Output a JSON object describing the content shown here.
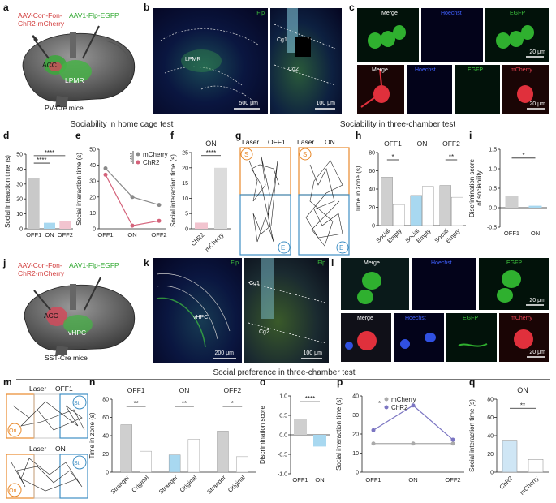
{
  "panel_letters": {
    "a": "a",
    "b": "b",
    "c": "c",
    "d": "d",
    "e": "e",
    "f": "f",
    "g": "g",
    "h": "h",
    "i": "i",
    "j": "j",
    "k": "k",
    "l": "l",
    "m": "m",
    "n": "n",
    "o": "o",
    "p": "p",
    "q": "q"
  },
  "headers": {
    "home_cage": "Sociability in home cage test",
    "three_chamber": "Sociability in three-chamber test",
    "social_pref": "Social preference in three-chamber test"
  },
  "panel_a": {
    "virus1": "AAV-Con-Fon-\nChR2-mCherry",
    "virus2": "AAV1-Flp-EGFP",
    "region1": "ACC",
    "region2": "LPMR",
    "mice": "PV-Cre mice"
  },
  "panel_j": {
    "virus1": "AAV-Con-Fon-\nChR2-mCherry",
    "virus2": "AAV1-Flp-EGFP",
    "region1": "ACC",
    "region2": "vHPC",
    "mice": "SST-Cre mice"
  },
  "panel_b": {
    "flp": "Flp",
    "region": "LPMR",
    "scale1": "500 μm",
    "cg1": "Cg1",
    "cg2": "Cg2",
    "scale2": "100 μm"
  },
  "panel_k": {
    "flp": "Flp",
    "region": "vHPC",
    "scale1": "200 μm",
    "flp2": "Flp",
    "cg1": "Cg1",
    "cg2": "Cg2",
    "scale2": "100 μm"
  },
  "panel_c": {
    "merge": "Merge",
    "hoechst": "Hoechst",
    "egfp": "EGFP",
    "mcherry": "mCherry",
    "scale": "20 μm"
  },
  "panel_l": {
    "merge": "Merge",
    "hoechst": "Hoechst",
    "egfp": "EGFP",
    "mcherry": "mCherry",
    "scale": "20 μm"
  },
  "panel_g": {
    "laser": "Laser",
    "off1": "OFF1",
    "on": "ON",
    "s": "S",
    "e": "E"
  },
  "panel_m": {
    "laser": "Laser",
    "off1": "OFF1",
    "on": "ON",
    "str": "Str",
    "ori": "Ori"
  },
  "colors": {
    "orange": "#e8892b",
    "blue": "#3f8fc4",
    "pink": "#d4627a",
    "grey": "#8a8a8a",
    "lightblue": "#a8d8f0"
  },
  "chart_data": [
    {
      "panel": "d",
      "type": "bar",
      "categories": [
        "OFF1",
        "ON",
        "OFF2"
      ],
      "values": [
        34,
        4,
        5
      ],
      "ylabel": "Social interaction time (s)",
      "ylim": [
        0,
        50
      ],
      "yticks": [
        0,
        10,
        20,
        30,
        40,
        50
      ],
      "sig": [
        "****",
        "****"
      ]
    },
    {
      "panel": "e",
      "type": "line",
      "x": [
        "OFF1",
        "ON",
        "OFF2"
      ],
      "ylabel": "Social interaction time (s)",
      "ylim": [
        0,
        50
      ],
      "yticks": [
        0,
        10,
        20,
        30,
        40,
        50
      ],
      "series": [
        {
          "name": "mCherry",
          "values": [
            38,
            20,
            15
          ]
        },
        {
          "name": "ChR2",
          "values": [
            34,
            2,
            5
          ]
        }
      ],
      "sig": "****"
    },
    {
      "panel": "f",
      "type": "bar",
      "title": "ON",
      "categories": [
        "ChR2",
        "mCherry"
      ],
      "values": [
        2,
        20
      ],
      "ylabel": "Social interaction time (s)",
      "ylim": [
        0,
        25
      ],
      "yticks": [
        0,
        5,
        10,
        15,
        20,
        25
      ],
      "sig": "****"
    },
    {
      "panel": "h",
      "type": "bar",
      "groups": [
        "OFF1",
        "ON",
        "OFF2"
      ],
      "categories": [
        "Social",
        "Empty",
        "Social",
        "Empty",
        "Social",
        "Empty"
      ],
      "values": [
        53,
        23,
        33,
        43,
        44,
        31
      ],
      "ylabel": "Time in zone (s)",
      "ylim": [
        0,
        80
      ],
      "yticks": [
        0,
        20,
        40,
        60,
        80
      ],
      "sig": [
        "*",
        "",
        "**"
      ]
    },
    {
      "panel": "i",
      "type": "bar",
      "categories": [
        "OFF1",
        "ON"
      ],
      "values": [
        0.3,
        0.05
      ],
      "ylabel": "Discrimination score\nof sociability",
      "ylim": [
        -0.5,
        1.5
      ],
      "yticks": [
        "-0.5",
        "0.0",
        "0.5",
        "1.0",
        "1.5"
      ],
      "sig": "*"
    },
    {
      "panel": "n",
      "type": "bar",
      "groups": [
        "OFF1",
        "ON",
        "OFF2"
      ],
      "categories": [
        "Stranger",
        "Original",
        "Stranger",
        "Original",
        "Stranger",
        "Original"
      ],
      "values": [
        52,
        23,
        19,
        36,
        45,
        17
      ],
      "ylabel": "Time in zone (s)",
      "ylim": [
        0,
        80
      ],
      "yticks": [
        0,
        20,
        40,
        60,
        80
      ],
      "sig": [
        "**",
        "**",
        "*"
      ]
    },
    {
      "panel": "o",
      "type": "bar",
      "categories": [
        "OFF1",
        "ON"
      ],
      "values": [
        0.4,
        -0.3
      ],
      "ylabel": "Discrimination score",
      "ylim": [
        -1.0,
        1.0
      ],
      "yticks": [
        "-1.0",
        "-0.5",
        "0.0",
        "0.5",
        "1.0"
      ],
      "sig": "****"
    },
    {
      "panel": "p",
      "type": "line",
      "x": [
        "OFF1",
        "ON",
        "OFF2"
      ],
      "ylabel": "Social interaction time (s)",
      "ylim": [
        0,
        40
      ],
      "yticks": [
        0,
        10,
        20,
        30,
        40
      ],
      "series": [
        {
          "name": "mCherry",
          "values": [
            15,
            15,
            15
          ]
        },
        {
          "name": "ChR2",
          "values": [
            22,
            35,
            17
          ]
        }
      ],
      "sig": "*"
    },
    {
      "panel": "q",
      "type": "bar",
      "title": "ON",
      "categories": [
        "ChR2",
        "mCherry"
      ],
      "values": [
        35,
        14
      ],
      "ylabel": "Social interaction time (s)",
      "ylim": [
        0,
        80
      ],
      "yticks": [
        0,
        20,
        40,
        60,
        80
      ],
      "sig": "**"
    }
  ]
}
